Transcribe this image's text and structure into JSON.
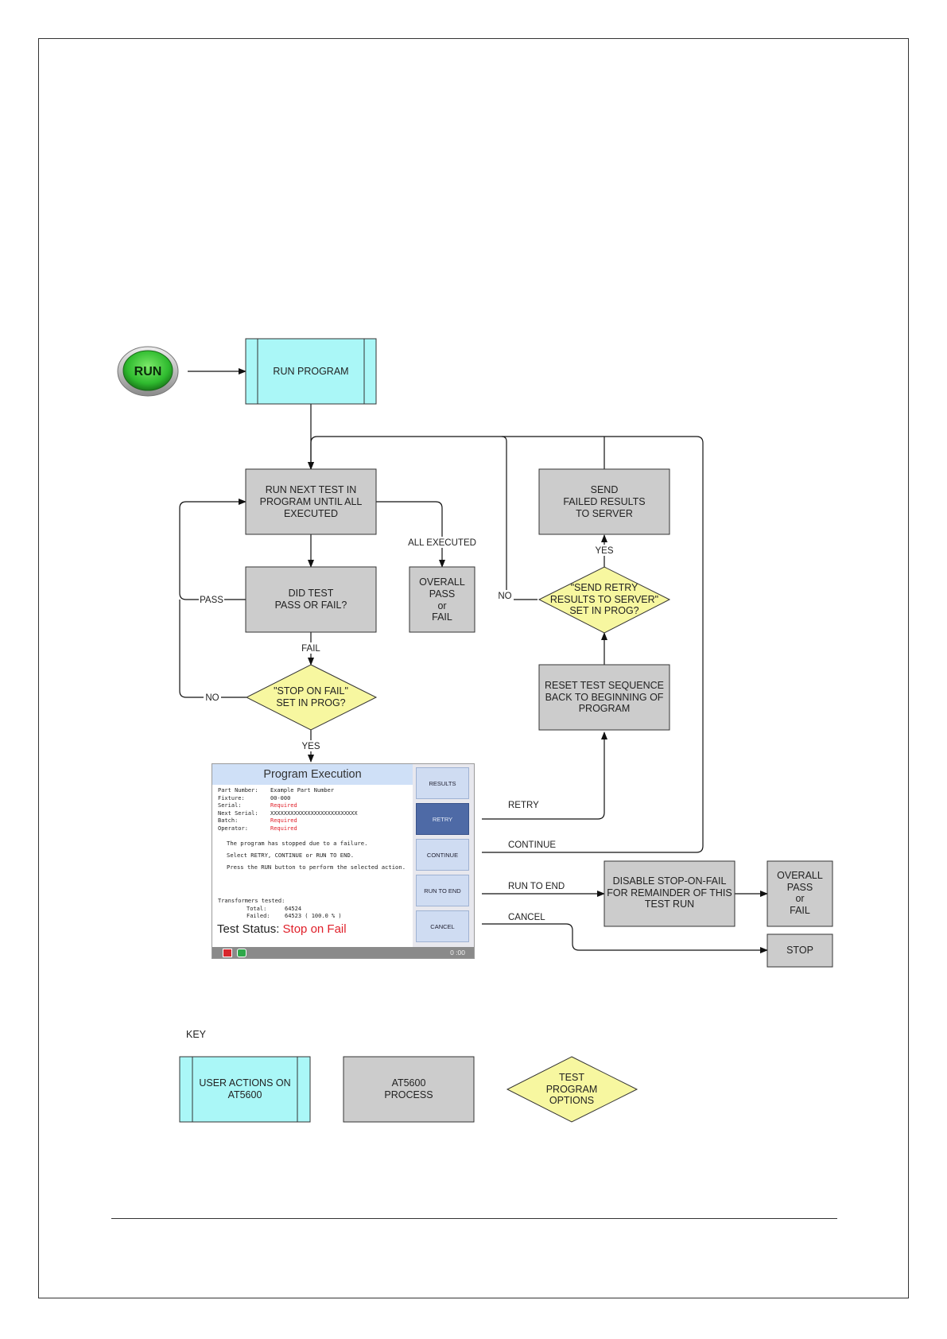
{
  "run_button": {
    "label": "RUN"
  },
  "nodes": {
    "run_program": "RUN PROGRAM",
    "run_next_test": [
      "RUN NEXT TEST IN",
      "PROGRAM UNTIL ALL",
      "EXECUTED"
    ],
    "did_test_pass": [
      "DID TEST",
      "PASS OR FAIL?"
    ],
    "overall_1": [
      "OVERALL",
      "PASS",
      "or",
      "FAIL"
    ],
    "stop_on_fail": [
      "\"STOP ON FAIL\"",
      "SET IN PROG?"
    ],
    "send_failed": [
      "SEND",
      "FAILED RESULTS",
      "TO SERVER"
    ],
    "send_retry_decision": [
      "\"SEND RETRY",
      "RESULTS TO SERVER\"",
      "SET IN PROG?"
    ],
    "reset_sequence": [
      "RESET TEST SEQUENCE",
      "BACK TO BEGINNING OF",
      "PROGRAM"
    ],
    "disable_stop": [
      "DISABLE STOP-ON-FAIL",
      "FOR REMAINDER OF THIS",
      "TEST RUN"
    ],
    "overall_2": [
      "OVERALL",
      "PASS",
      "or",
      "FAIL"
    ],
    "stop": "STOP"
  },
  "edge_labels": {
    "all_executed": "ALL EXECUTED",
    "pass": "PASS",
    "fail": "FAIL",
    "no_stop": "NO",
    "yes_stop": "YES",
    "yes_send": "YES",
    "no_send": "NO",
    "retry": "RETRY",
    "continue": "CONTINUE",
    "run_to_end": "RUN TO END",
    "cancel": "CANCEL"
  },
  "screen": {
    "title": "Program Execution",
    "fields": [
      {
        "key": "Part Number:",
        "value": "Example Part Number",
        "red": false
      },
      {
        "key": "Fixture:",
        "value": "00-000",
        "red": false
      },
      {
        "key": "Serial:",
        "value": "Required",
        "red": true
      },
      {
        "key": "Next Serial:",
        "value": "XXXXXXXXXXXXXXXXXXXXXXXXXX",
        "red": false
      },
      {
        "key": "Batch:",
        "value": "Required",
        "red": true
      },
      {
        "key": "Operator:",
        "value": "Required",
        "red": true
      }
    ],
    "messages": [
      "The program has stopped due to a failure.",
      "Select RETRY, CONTINUE or RUN TO END.",
      "Press the RUN button to perform the selected action."
    ],
    "transformers_label": "Transformers tested:",
    "total_label": "Total:",
    "total_value": "64524",
    "failed_label": "Failed:",
    "failed_value": "64523  ( 100.0 % )",
    "status_label": "Test Status:",
    "status_value": "Stop on Fail",
    "buttons": [
      "RESULTS",
      "RETRY",
      "CONTINUE",
      "RUN TO END",
      "CANCEL"
    ],
    "active_button": "RETRY",
    "time": "0 :00"
  },
  "key": {
    "title": "KEY",
    "user_actions": [
      "USER ACTIONS ON",
      "AT5600"
    ],
    "process": [
      "AT5600",
      "PROCESS"
    ],
    "options": [
      "TEST",
      "PROGRAM",
      "OPTIONS"
    ]
  },
  "colors": {
    "user_action_fill": "#aaf7f7",
    "process_fill": "#cccccc",
    "decision_fill": "#f7f7a0",
    "run_button_green": "#2fbb2f"
  }
}
